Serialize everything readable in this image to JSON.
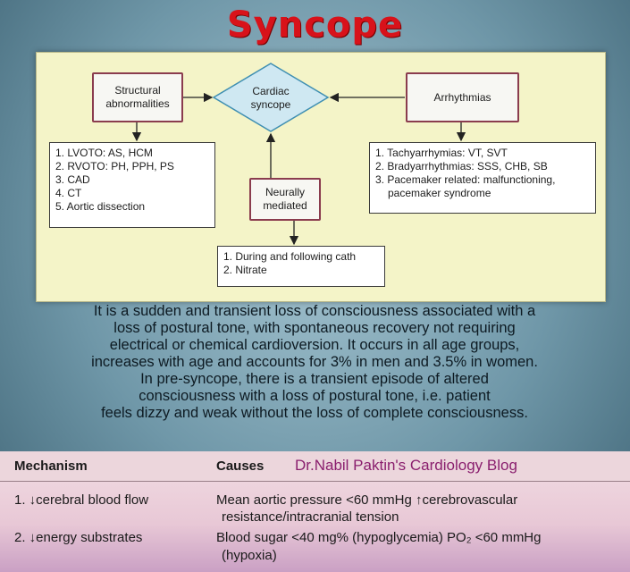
{
  "title": "Syncope",
  "diagram": {
    "center": "Cardiac\nsyncope",
    "structural": {
      "label": "Structural\nabnormalities",
      "items": [
        "1. LVOTO: AS, HCM",
        "2. RVOTO: PH, PPH, PS",
        "3. CAD",
        "4. CT",
        "5. Aortic dissection"
      ]
    },
    "arrhythmias": {
      "label": "Arrhythmias",
      "items": [
        "1. Tachyarrhymias: VT, SVT",
        "2. Bradyarrhythmias: SSS, CHB, SB",
        "3. Pacemaker related: malfunctioning,",
        "pacemaker syndrome"
      ]
    },
    "neural": {
      "label": "Neurally\nmediated",
      "items": [
        "1. During and following cath",
        "2. Nitrate"
      ]
    }
  },
  "paragraph": [
    "It is a sudden and transient loss of consciousness associated with a",
    "loss of postural tone, with spontaneous recovery not requiring",
    "electrical or chemical cardioversion. It occurs in all age groups,",
    "increases with age and accounts for 3% in men and 3.5% in women.",
    "In pre-syncope,  there is a transient episode of altered",
    "consciousness with a loss of postural tone, i.e. patient",
    "feels dizzy and weak without the loss of complete consciousness."
  ],
  "table": {
    "headers": [
      "Mechanism",
      "Causes"
    ],
    "blog": "Dr.Nabil Paktin's Cardiology Blog",
    "rows": [
      {
        "mechanism": "1. ↓cerebral blood flow",
        "cause_line1": "Mean aortic pressure <60 mmHg ↑cerebrovascular",
        "cause_line2": "resistance/intracranial tension"
      },
      {
        "mechanism": "2. ↓energy substrates",
        "cause_line1": "Blood sugar <40 mg% (hypoglycemia) PO₂ <60 mmHg",
        "cause_line2": "(hypoxia)"
      }
    ]
  },
  "colors": {
    "title": "#d8121a",
    "box_border": "#8a3c4e",
    "diamond_fill": "#cfe8f2",
    "diamond_stroke": "#3f8fb2",
    "blog": "#8a1f6e"
  }
}
